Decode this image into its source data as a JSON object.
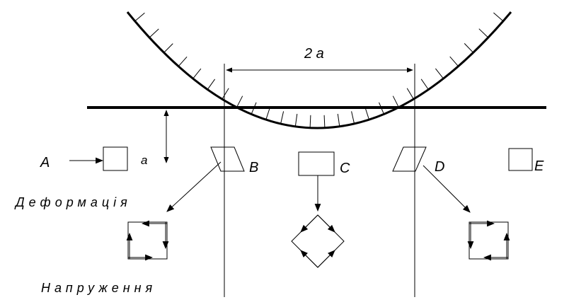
{
  "colors": {
    "ink": "#000000",
    "background": "#ffffff"
  },
  "labels": {
    "contact_width": "2 a",
    "half_width": "a",
    "point_a": "A",
    "point_b": "B",
    "point_c": "C",
    "point_d": "D",
    "point_e": "E"
  },
  "legend": {
    "deformation": "Деформація",
    "stress": "Напруження"
  }
}
